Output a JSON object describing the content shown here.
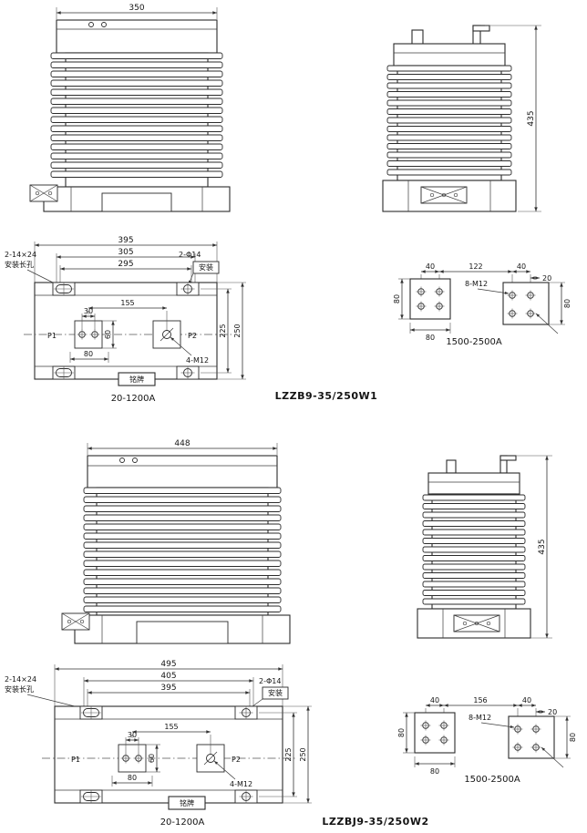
{
  "w1": {
    "model": "LZZB9-35/250W1",
    "front": {
      "width_dim": "350"
    },
    "side": {
      "height_dim": "435"
    },
    "mount": {
      "dim_outer": "395",
      "dim_mid": "305",
      "dim_inner": "295",
      "slot_label_line1": "2-14×24",
      "slot_label_line2": "安装长孔",
      "hole_label": "2-Φ14",
      "install_label": "安装",
      "dim_30": "30",
      "dim_155": "155",
      "p1": "P1",
      "p2": "P2",
      "dim_60": "60",
      "dim_80": "80",
      "dim_225": "225",
      "dim_250": "250",
      "bolt_label": "4-M12",
      "nameplate": "铭牌",
      "caption": "20-1200A"
    },
    "plates": {
      "dim_40_left": "40",
      "dim_gap": "122",
      "dim_40_right": "40",
      "dim_20": "20",
      "bolt_label": "8-M12",
      "dim_80_left": "80",
      "dim_80_bottom": "80",
      "dim_80_right": "80",
      "caption": "1500-2500A"
    }
  },
  "w2": {
    "model": "LZZBJ9-35/250W2",
    "front": {
      "width_dim": "448"
    },
    "side": {
      "height_dim": "435"
    },
    "mount": {
      "dim_outer": "495",
      "dim_mid": "405",
      "dim_inner": "395",
      "slot_label_line1": "2-14×24",
      "slot_label_line2": "安装长孔",
      "hole_label": "2-Φ14",
      "install_label": "安装",
      "dim_30": "30",
      "dim_155": "155",
      "p1": "P1",
      "p2": "P2",
      "dim_60": "60",
      "dim_80": "80",
      "dim_225": "225",
      "dim_250": "250",
      "bolt_label": "4-M12",
      "nameplate": "铭牌",
      "caption": "20-1200A"
    },
    "plates": {
      "dim_40_left": "40",
      "dim_gap": "156",
      "dim_40_right": "40",
      "dim_20": "20",
      "bolt_label": "8-M12",
      "dim_80_left": "80",
      "dim_80_bottom": "80",
      "dim_80_right": "80",
      "caption": "1500-2500A"
    }
  }
}
